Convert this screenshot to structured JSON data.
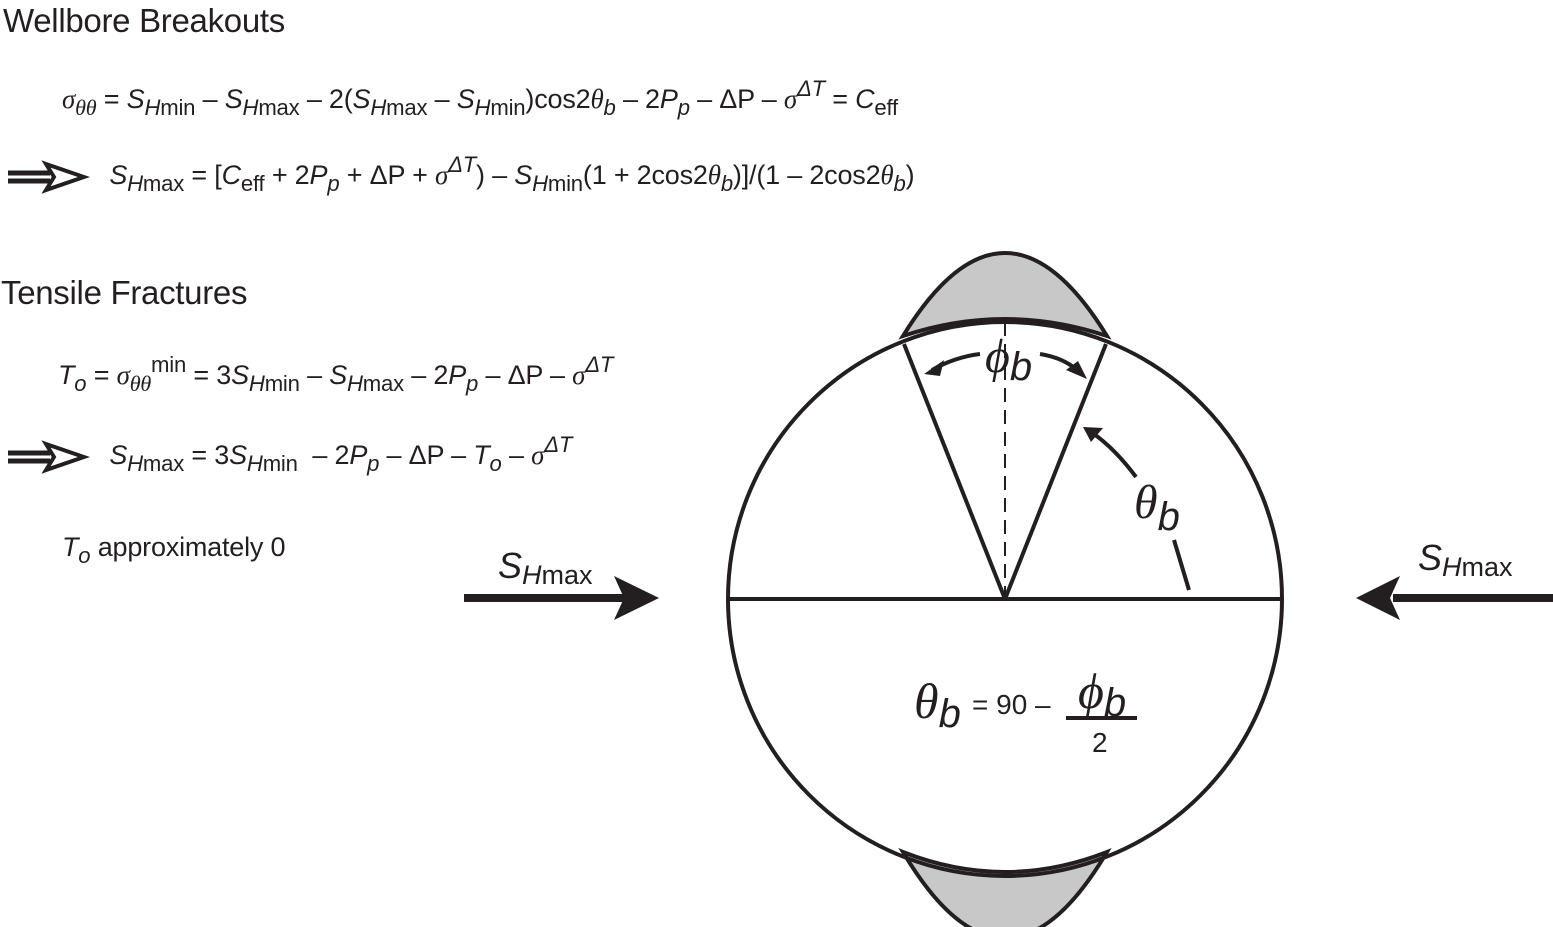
{
  "sections": {
    "breakouts": {
      "heading": "Wellbore Breakouts",
      "eq1": {
        "sigma": "σ",
        "sigma_sub": "θθ",
        "eq": " = ",
        "S1": "S",
        "S1_H": "H",
        "S1_sub": "min",
        "minus1": " – ",
        "S2": "S",
        "S2_H": "H",
        "S2_sub": "max",
        "minus2": " – 2(",
        "S3": "S",
        "S3_H": "H",
        "S3_sub": "max",
        "minus3": " – ",
        "S4": "S",
        "S4_H": "H",
        "S4_sub": "min",
        "cos": ")cos2",
        "theta": "θ",
        "theta_sub": "b",
        "minus4": " – 2",
        "P": "P",
        "P_sub": "p",
        "minus5": " – ΔP – ",
        "sigma2": "σ",
        "sigma2_sup": "ΔT",
        "eq2": " = ",
        "C": "C",
        "C_sub": "eff"
      },
      "eq2": {
        "S": "S",
        "S_H": "H",
        "S_sub": "max",
        "eq": " = [",
        "C": "C",
        "C_sub": "eff",
        "plus1": " + 2",
        "P": "P",
        "P_sub": "p",
        "plus2": " + ΔP + ",
        "sigma": "σ",
        "sigma_sup": "ΔT",
        "minus1": ") – ",
        "S2": "S",
        "S2_H": "H",
        "S2_sub": "min",
        "part1": "(1 + 2cos2",
        "theta1": "θ",
        "theta1_sub": "b",
        "part2": ")]/(1 – 2cos2",
        "theta2": "θ",
        "theta2_sub": "b",
        "part3": ")"
      }
    },
    "tensile": {
      "heading": "Tensile Fractures",
      "eq1": {
        "T": "T",
        "T_sub": "o",
        "eq": " = ",
        "sigma": "σ",
        "sigma_sub": "θθ",
        "sigma_sup": "min",
        "eq2": " = 3",
        "S1": "S",
        "S1_H": "H",
        "S1_sub": "min",
        "minus1": " – ",
        "S2": "S",
        "S2_H": "H",
        "S2_sub": "max",
        "minus2": " – 2",
        "P": "P",
        "P_sub": "p",
        "minus3": " – ΔP – ",
        "sigma2": "σ",
        "sigma2_sup": "ΔT"
      },
      "eq2": {
        "S": "S",
        "S_H": "H",
        "S_sub": "max",
        "eq": " = 3",
        "S2": "S",
        "S2_H": "H",
        "S2_sub": "min",
        "minus1": "  – 2",
        "P": "P",
        "P_sub": "p",
        "minus2": " – ΔP – ",
        "T": "T",
        "T_sub": "o",
        "minus3": " – ",
        "sigma": "σ",
        "sigma_sup": "ΔT"
      },
      "note": {
        "T": "T",
        "T_sub": "o",
        "text": " approximately 0"
      }
    }
  },
  "diagram": {
    "colors": {
      "stroke": "#231f20",
      "breakout_fill": "#c8c8c8",
      "background": "#ffffff"
    },
    "labels": {
      "left_arrow": {
        "S": "S",
        "H": "H",
        "sub": "max"
      },
      "right_arrow": {
        "S": "S",
        "H": "H",
        "sub": "max"
      },
      "phi": {
        "sym": "ϕ",
        "sub": "b"
      },
      "theta": {
        "sym": "θ",
        "sub": "b"
      },
      "formula": {
        "theta": "θ",
        "theta_sub": "b",
        "text": "= 90 –",
        "phi": "ϕ",
        "phi_sub": "b",
        "denominator": "2"
      }
    }
  }
}
